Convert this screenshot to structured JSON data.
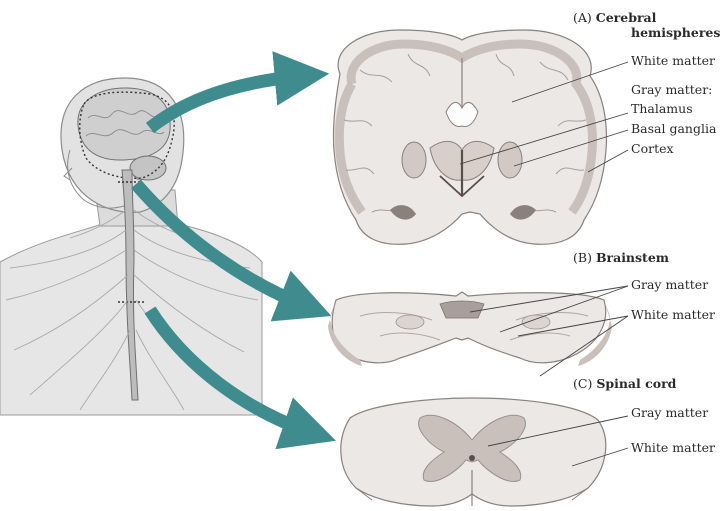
{
  "figure": {
    "panels": [
      {
        "id": "A",
        "tag": "(A)",
        "title": [
          "Cerebral",
          "hemispheres"
        ],
        "labels": [
          "White matter",
          "Gray matter:",
          "Thalamus",
          "Basal ganglia",
          "Cortex"
        ]
      },
      {
        "id": "B",
        "tag": "(B)",
        "title": [
          "Brainstem"
        ],
        "labels": [
          "Gray matter",
          "White matter"
        ]
      },
      {
        "id": "C",
        "tag": "(C)",
        "title": [
          "Spinal cord"
        ],
        "labels": [
          "Gray matter",
          "White matter"
        ]
      }
    ],
    "colors": {
      "arrow": "#3f8c8f",
      "white_matter": "#ece8e6",
      "gray_matter": "#c9c0bc",
      "outline": "#8a807c",
      "body": "#d9d9d9"
    }
  }
}
